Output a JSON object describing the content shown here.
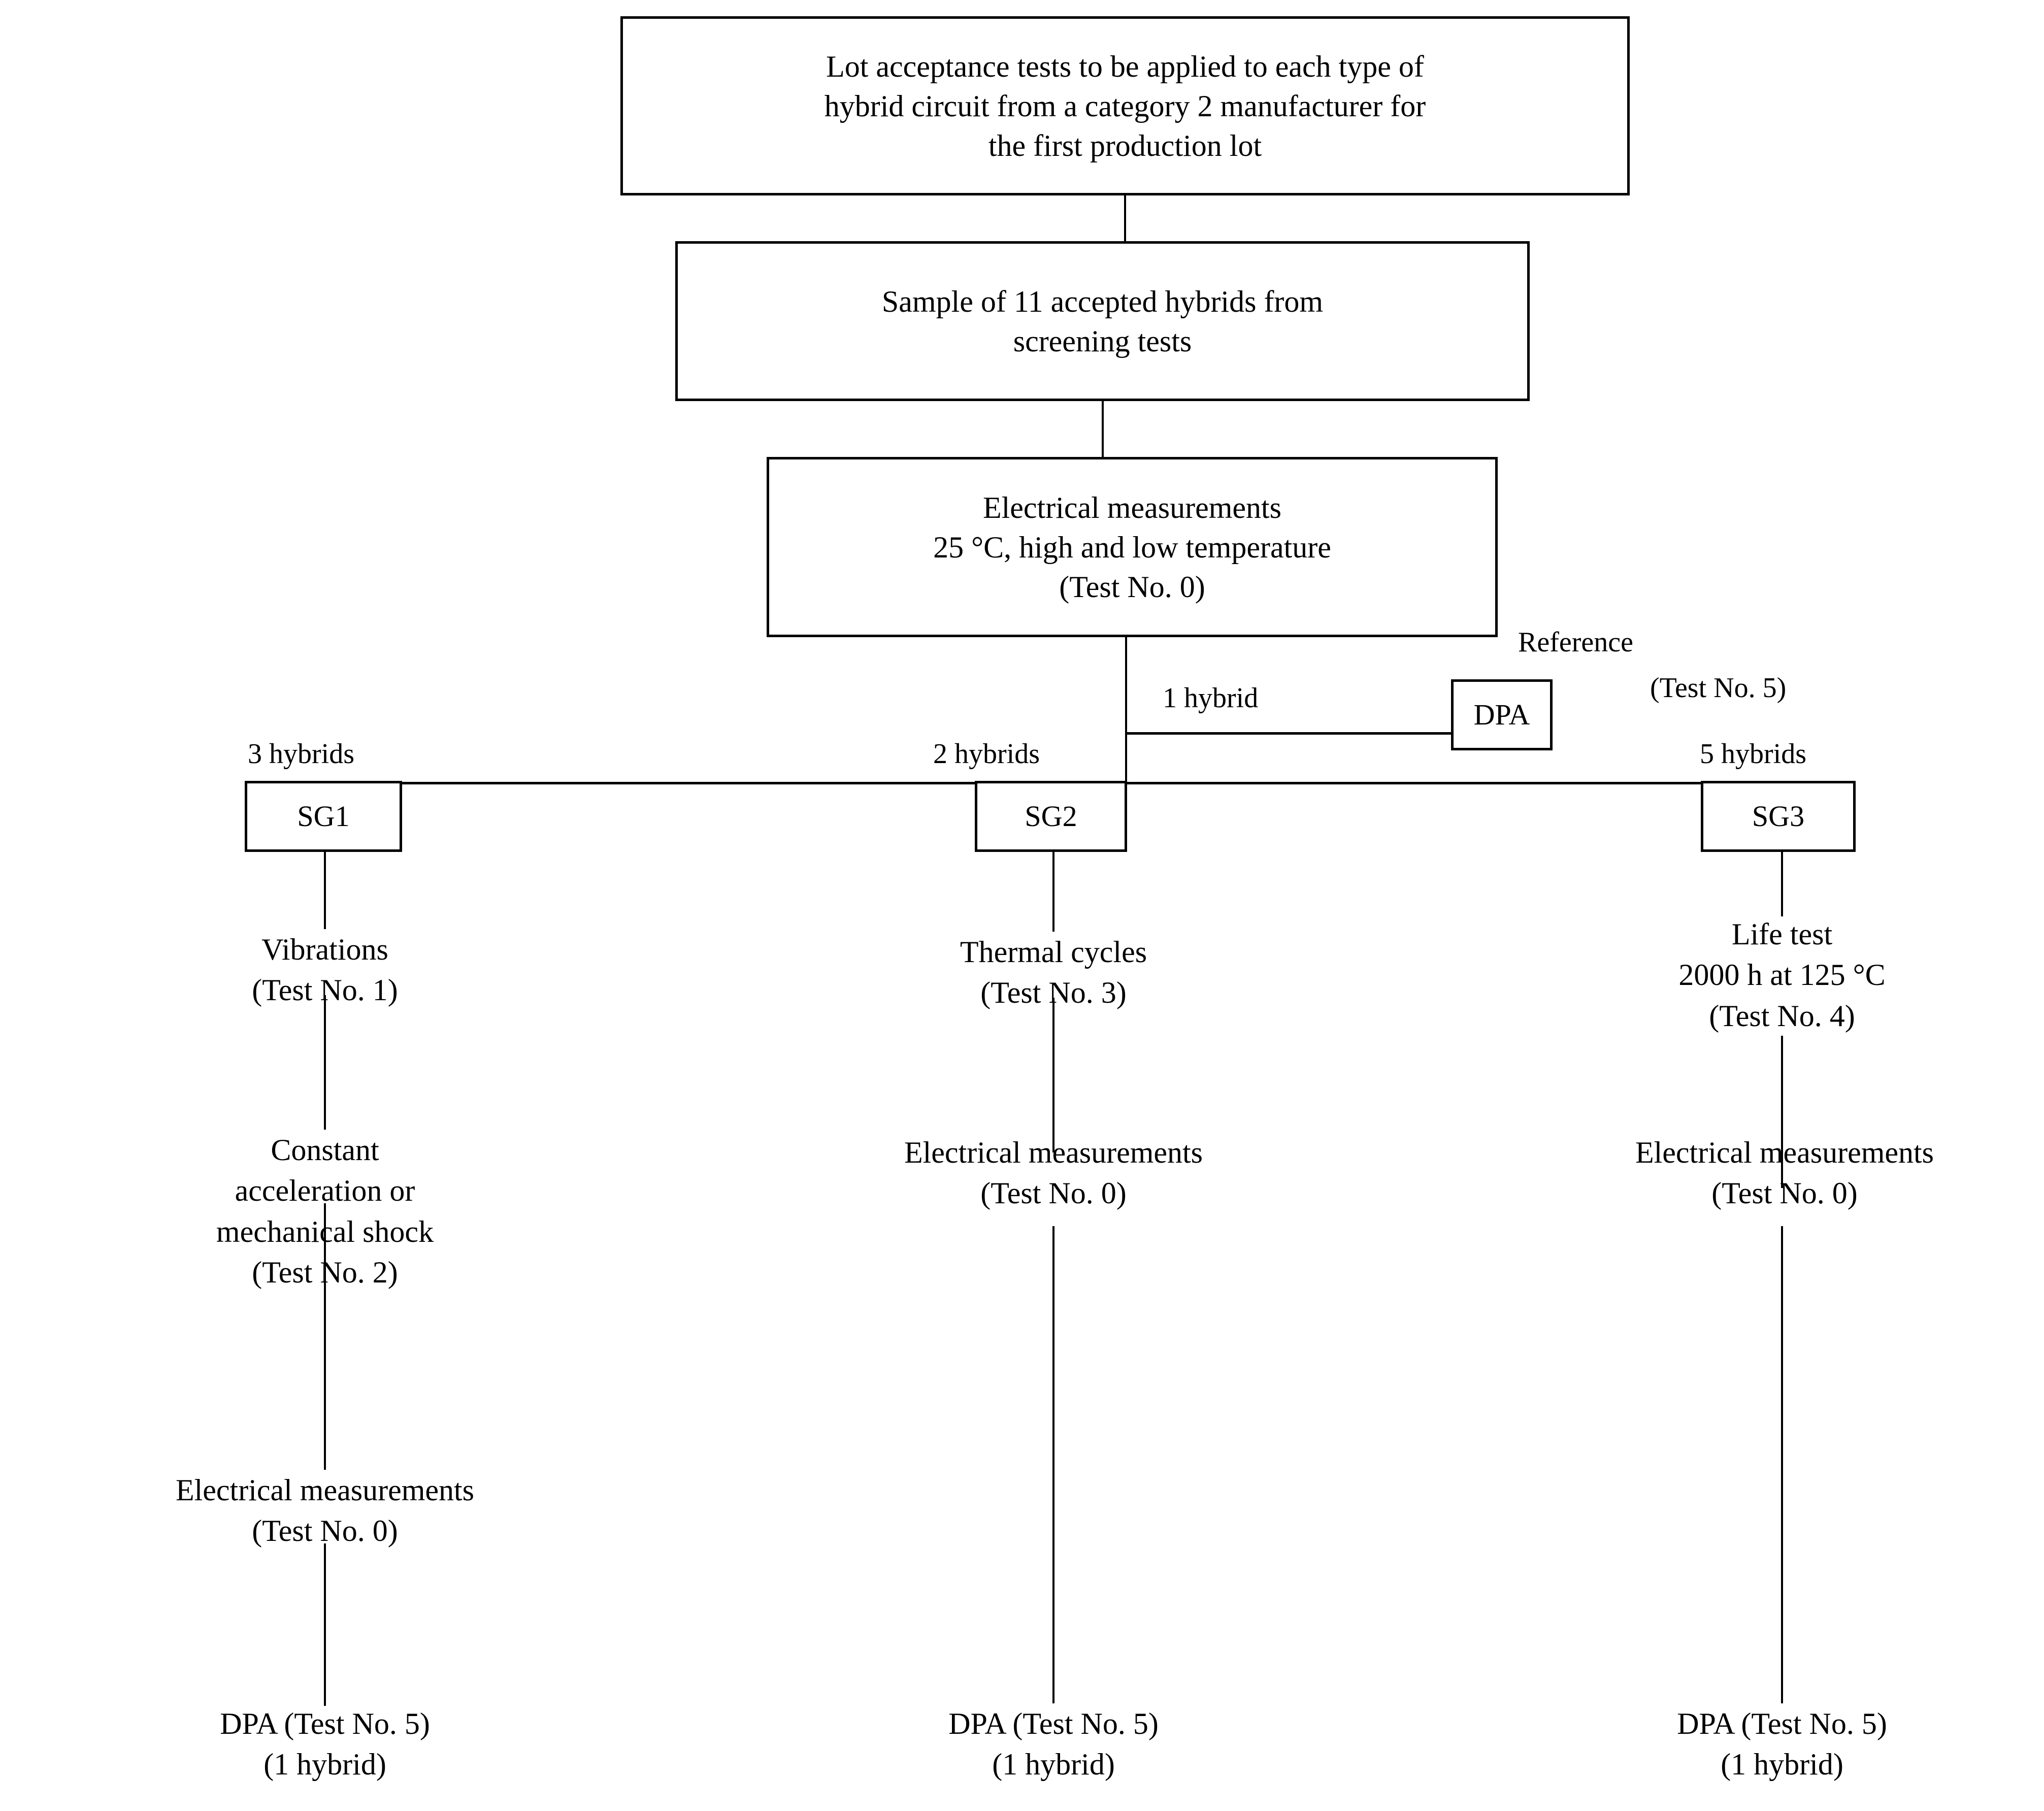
{
  "diagram": {
    "title_box": {
      "lines": [
        "Lot acceptance tests to be applied to each type of",
        "hybrid circuit from a category 2 manufacturer for",
        "the first production lot"
      ]
    },
    "sample_box": {
      "lines": [
        "Sample of 11 accepted hybrids from",
        "screening tests"
      ]
    },
    "electrical_box": {
      "lines": [
        "Electrical measurements",
        "25 °C, high and low temperature",
        "(Test No. 0)"
      ]
    },
    "reference": {
      "label": "Reference",
      "branch_qty": "1 hybrid",
      "dpa_box": "DPA",
      "test_no": "(Test No. 5)"
    },
    "branches": [
      {
        "qty": "3 hybrids",
        "group": "SG1",
        "steps": [
          {
            "lines": [
              "Vibrations",
              "(Test No. 1)"
            ]
          },
          {
            "lines": [
              "Constant",
              "acceleration or",
              "mechanical shock",
              "(Test No. 2)"
            ]
          },
          {
            "lines": [
              "Electrical measurements",
              "(Test No. 0)"
            ]
          },
          {
            "lines": [
              "DPA (Test No. 5)",
              "(1 hybrid)"
            ]
          }
        ]
      },
      {
        "qty": "2 hybrids",
        "group": "SG2",
        "steps": [
          {
            "lines": [
              "Thermal cycles",
              "(Test No. 3)"
            ]
          },
          {
            "lines": [
              "Electrical measurements",
              "(Test No. 0)"
            ]
          },
          {
            "lines": [
              "DPA (Test No. 5)",
              "(1 hybrid)"
            ]
          }
        ]
      },
      {
        "qty": "5 hybrids",
        "group": "SG3",
        "steps": [
          {
            "lines": [
              "Life test",
              "2000 h at 125 °C",
              "(Test No. 4)"
            ]
          },
          {
            "lines": [
              "Electrical measurements",
              "(Test No. 0)"
            ]
          },
          {
            "lines": [
              "DPA (Test No. 5)",
              "(1 hybrid)"
            ]
          }
        ]
      }
    ],
    "colors": {
      "stroke": "#000000",
      "background": "#ffffff"
    }
  }
}
